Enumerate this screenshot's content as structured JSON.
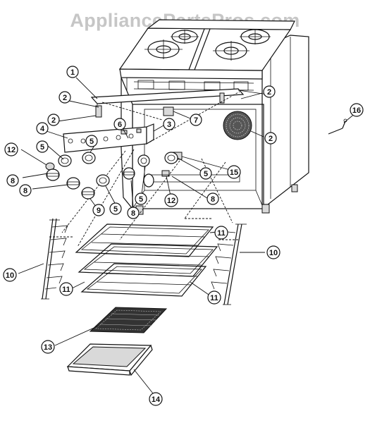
{
  "watermark": "AppliancePartsPros.com",
  "callouts": [
    {
      "id": "c1",
      "label": "1"
    },
    {
      "id": "c2a",
      "label": "2"
    },
    {
      "id": "c2b",
      "label": "2"
    },
    {
      "id": "c2c",
      "label": "2"
    },
    {
      "id": "c2d",
      "label": "2"
    },
    {
      "id": "c3",
      "label": "3"
    },
    {
      "id": "c4",
      "label": "4"
    },
    {
      "id": "c5a",
      "label": "5"
    },
    {
      "id": "c5b",
      "label": "5"
    },
    {
      "id": "c5c",
      "label": "5"
    },
    {
      "id": "c5d",
      "label": "5"
    },
    {
      "id": "c5e",
      "label": "5"
    },
    {
      "id": "c6",
      "label": "6"
    },
    {
      "id": "c7",
      "label": "7"
    },
    {
      "id": "c8a",
      "label": "8"
    },
    {
      "id": "c8b",
      "label": "8"
    },
    {
      "id": "c8c",
      "label": "8"
    },
    {
      "id": "c8d",
      "label": "8"
    },
    {
      "id": "c9",
      "label": "9"
    },
    {
      "id": "c10a",
      "label": "10"
    },
    {
      "id": "c10b",
      "label": "10"
    },
    {
      "id": "c11a",
      "label": "11"
    },
    {
      "id": "c11b",
      "label": "11"
    },
    {
      "id": "c11c",
      "label": "11"
    },
    {
      "id": "c12a",
      "label": "12"
    },
    {
      "id": "c12b",
      "label": "12"
    },
    {
      "id": "c13",
      "label": "13"
    },
    {
      "id": "c14",
      "label": "14"
    },
    {
      "id": "c15",
      "label": "15"
    },
    {
      "id": "c16",
      "label": "16"
    }
  ]
}
